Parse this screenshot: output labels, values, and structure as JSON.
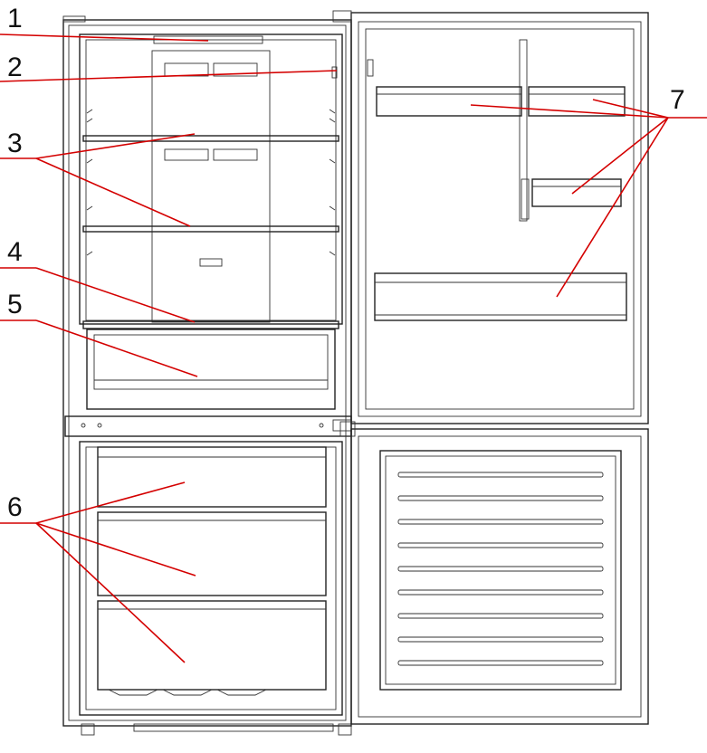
{
  "callouts": [
    {
      "id": "1",
      "label": "1"
    },
    {
      "id": "2",
      "label": "2"
    },
    {
      "id": "3",
      "label": "3"
    },
    {
      "id": "4",
      "label": "4"
    },
    {
      "id": "5",
      "label": "5"
    },
    {
      "id": "6",
      "label": "6"
    },
    {
      "id": "7",
      "label": "7"
    }
  ],
  "colors": {
    "leader_line": "#d40000",
    "drawing_line": "#222222",
    "background": "#ffffff"
  }
}
